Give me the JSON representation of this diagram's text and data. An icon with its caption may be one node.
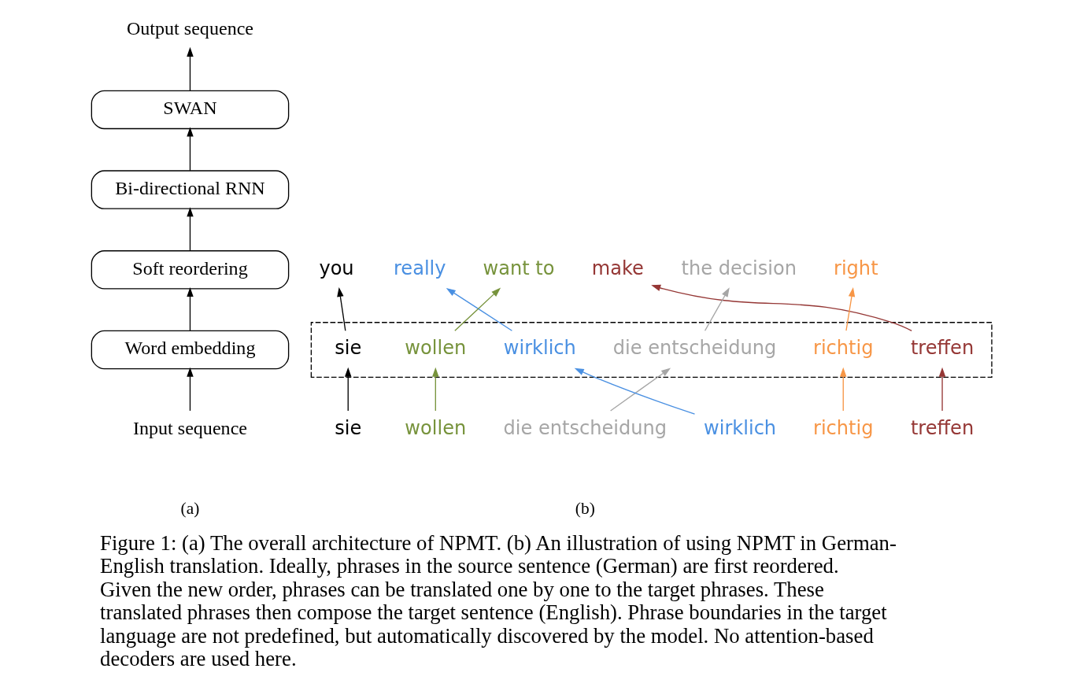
{
  "diagram": {
    "caption": "Figure 1: (a) The overall architecture of NPMT. (b) An illustration of using NPMT in German-English translation. Ideally, phrases in the source sentence (German) are first reordered. Given the new order, phrases can be translated one by one to the target phrases. These translated phrases then compose the target sentence (English). Phrase boundaries in the target language are not predefined, but automatically discovered by the model. No attention-based decoders are used here.",
    "nodes": [
      {
        "text": [
          "Output sequence"
        ]
      },
      {
        "text": [
          "SWAN"
        ]
      },
      {
        "text": [
          "Bi-directional RNN"
        ]
      },
      {
        "text": [
          "Soft reordering"
        ]
      },
      {
        "text": [
          "Word embedding"
        ]
      },
      {
        "text": [
          "Input sequence"
        ]
      },
      {
        "text": [
          "you"
        ]
      },
      {
        "text": [
          "really"
        ]
      },
      {
        "text": [
          "want to"
        ]
      },
      {
        "text": [
          "make"
        ]
      },
      {
        "text": [
          "the decision"
        ]
      },
      {
        "text": [
          "right"
        ]
      },
      {
        "text": [],
        "shape": "box"
      },
      {
        "text": [
          "sie"
        ],
        "in": 12
      },
      {
        "text": [
          "wirklich"
        ],
        "in": 12
      },
      {
        "text": [
          "wollen"
        ],
        "in": 12
      },
      {
        "text": [
          "treffen"
        ],
        "in": 12
      },
      {
        "text": [
          "die entscheidung"
        ],
        "in": 12
      },
      {
        "text": [
          "richtig"
        ],
        "in": 12
      },
      {
        "text": [
          "sie"
        ]
      },
      {
        "text": [
          "wollen"
        ]
      },
      {
        "text": [
          "die entscheidung"
        ]
      },
      {
        "text": [
          "wirklich"
        ]
      },
      {
        "text": [
          "richtig"
        ]
      },
      {
        "text": [
          "treffen"
        ]
      }
    ],
    "edges": [
      {
        "from": 5,
        "to": 4,
        "arrow": "to"
      },
      {
        "from": 4,
        "to": 3,
        "arrow": "to"
      },
      {
        "from": 3,
        "to": 2,
        "arrow": "to"
      },
      {
        "from": 2,
        "to": 1,
        "arrow": "to"
      },
      {
        "from": 1,
        "to": 0,
        "arrow": "to"
      },
      {
        "from": 13,
        "to": 6,
        "arrow": "to"
      },
      {
        "from": 14,
        "to": 7,
        "arrow": "to",
        "color": "#4a90e2"
      },
      {
        "from": 15,
        "to": 8,
        "arrow": "to",
        "color": "#77933c"
      },
      {
        "from": 16,
        "to": 9,
        "arrow": "to",
        "color": "#953735"
      },
      {
        "from": 17,
        "to": 10,
        "arrow": "to",
        "color": "#a6a6a6"
      },
      {
        "from": 18,
        "to": 11,
        "arrow": "to",
        "color": "#f79646"
      },
      {
        "from": 19,
        "to": 13,
        "arrow": "to"
      },
      {
        "from": 20,
        "to": 15,
        "arrow": "to",
        "color": "#77933c"
      },
      {
        "from": 21,
        "to": 17,
        "arrow": "to",
        "color": "#a6a6a6"
      },
      {
        "from": 22,
        "to": 14,
        "arrow": "to",
        "color": "#4a90e2"
      },
      {
        "from": 23,
        "to": 18,
        "arrow": "to",
        "color": "#f79646"
      },
      {
        "from": 24,
        "to": 16,
        "arrow": "to",
        "color": "#953735"
      }
    ],
    "labels": [
      "(a)",
      "(b)"
    ]
  }
}
